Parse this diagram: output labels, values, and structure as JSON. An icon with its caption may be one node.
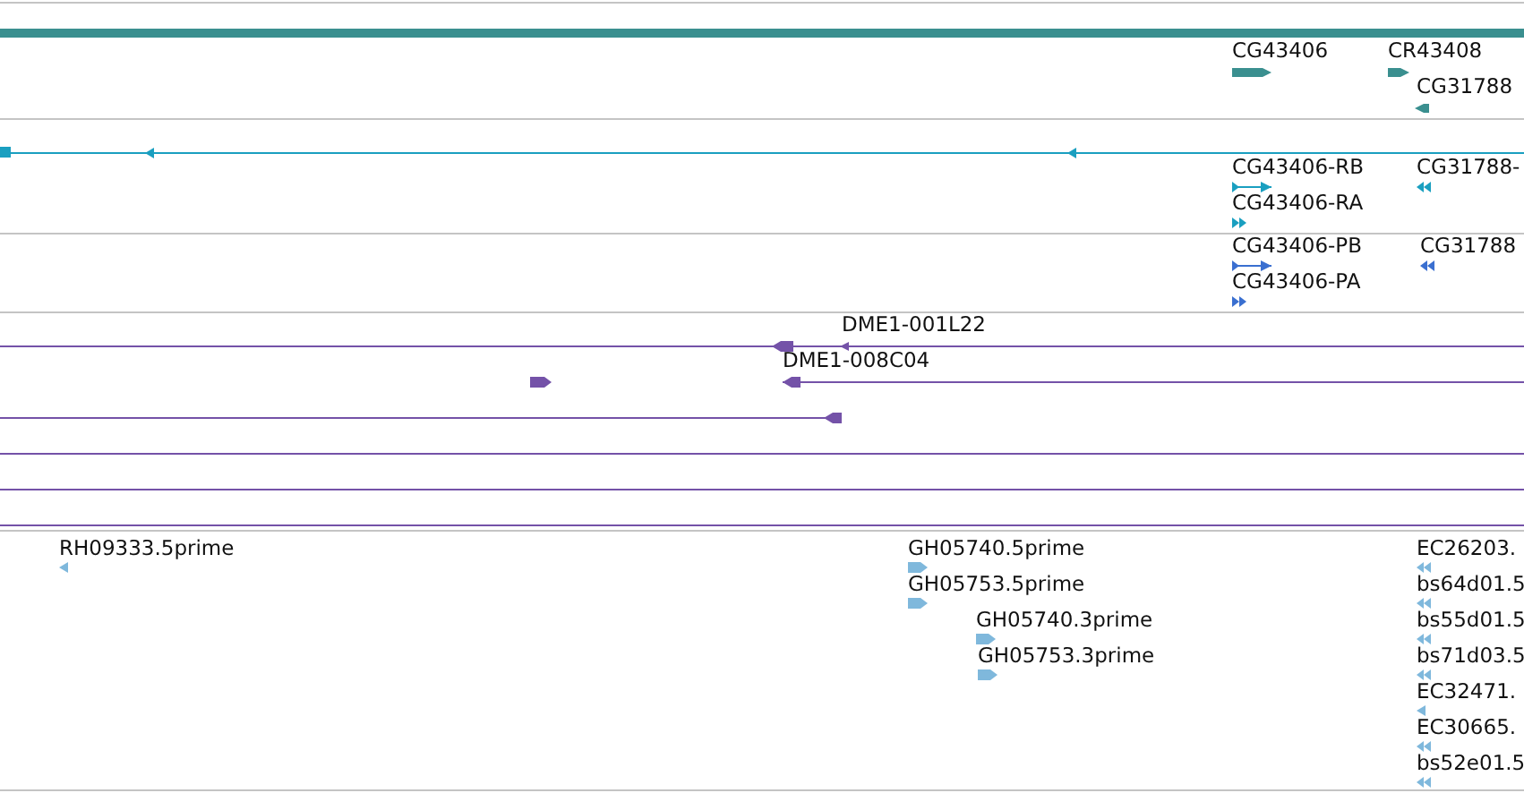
{
  "diagram": {
    "labels": [
      "CG43406",
      "CR43408",
      "CG31788",
      "CG43406-RB",
      "CG31788-",
      "CG43406-RA",
      "CG43406-PB",
      "CG31788",
      "CG43406-PA",
      "DME1-001L22",
      "DME1-008C04",
      "RH09333.5prime",
      "GH05740.5prime",
      "EC26203.",
      "GH05753.5prime",
      "bs64d01.5",
      "GH05740.3prime",
      "bs55d01.5",
      "GH05753.3prime",
      "bs71d03.5",
      "EC32471.",
      "EC30665.",
      "bs52e01.5"
    ]
  }
}
